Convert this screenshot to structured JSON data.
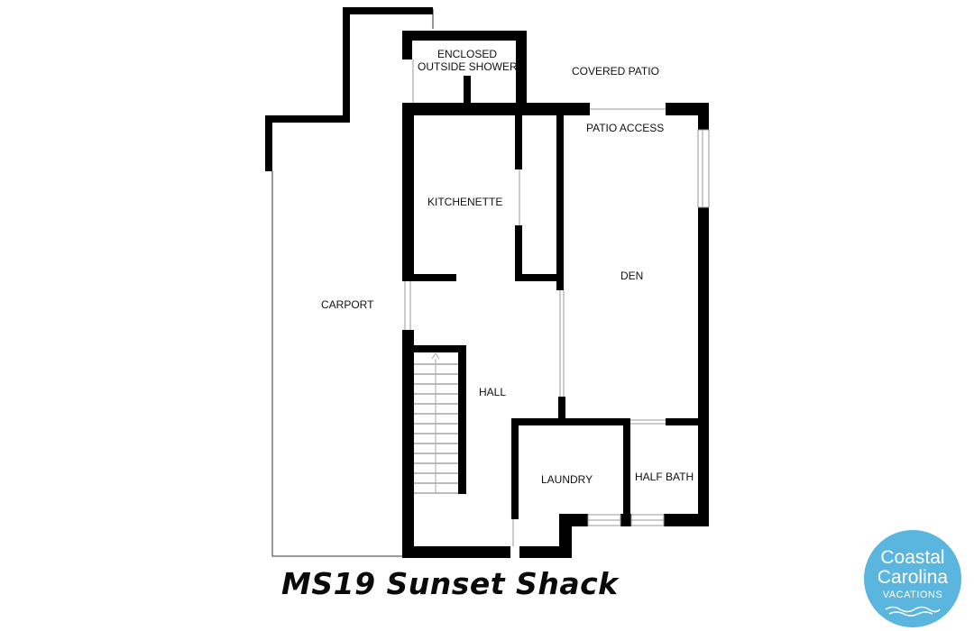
{
  "rooms": {
    "enclosed_shower_line1": "ENCLOSED",
    "enclosed_shower_line2": "OUTSIDE SHOWER",
    "covered_patio": "COVERED PATIO",
    "patio_access": "PATIO ACCESS",
    "kitchenette": "KITCHENETTE",
    "den": "DEN",
    "carport": "CARPORT",
    "hall": "HALL",
    "laundry": "LAUNDRY",
    "half_bath": "HALF BATH"
  },
  "title": "MS19 Sunset Shack",
  "logo": {
    "line1": "Coastal",
    "line2": "Carolina",
    "line3": "VACATIONS",
    "color": "#5ab6df"
  }
}
